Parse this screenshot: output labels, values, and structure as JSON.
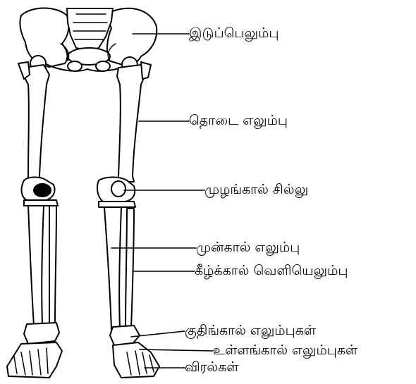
{
  "labels": {
    "hip_bone": "இடுப்பெலும்பு",
    "thigh_bone": "தொடை எலும்பு",
    "knee_cap": "முழங்கால் சில்லு",
    "shin_bone": "முன்கால் எலும்பு",
    "fibula": "கீழ்க்கால் வெளியெலும்பு",
    "ankle_bones": "குதிங்கால் எலும்புகள்",
    "foot_bones": "உள்ளங்கால் எலும்புகள்",
    "toes": "விரல்கள்"
  }
}
